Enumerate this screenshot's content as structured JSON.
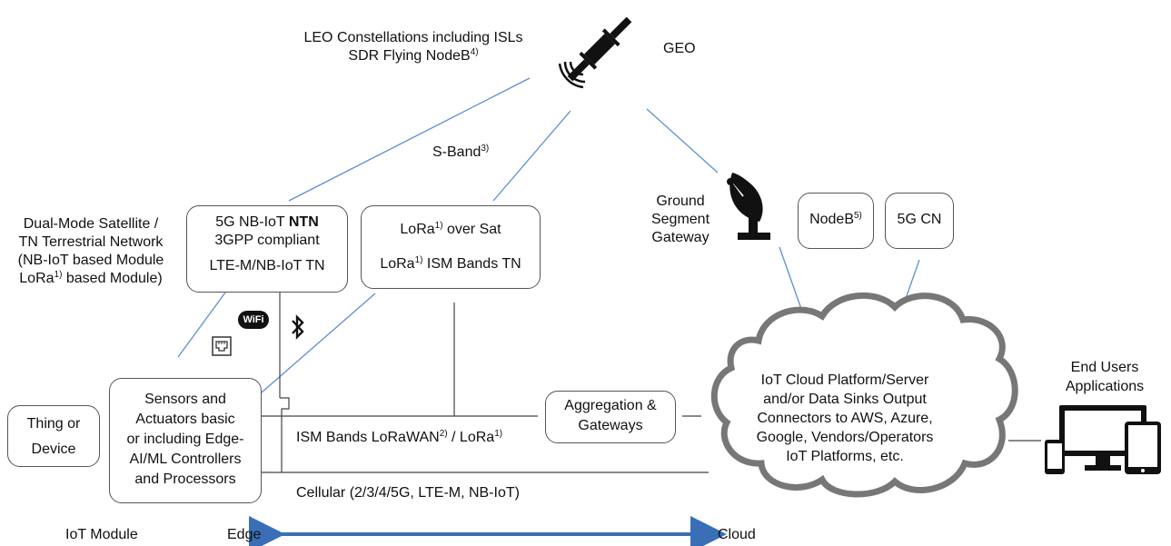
{
  "satellite": {
    "leo_line1": "LEO Constellations including ISLs",
    "leo_line2_pre": "SDR Flying NodeB",
    "leo_line2_sup": "4)",
    "geo": "GEO",
    "sband": "S-Band",
    "sband_sup": "3)"
  },
  "dual_mode": {
    "line1": "Dual-Mode Satellite /",
    "line2": "TN Terrestrial Network",
    "line3": "(NB-IoT based Module",
    "line4_pre": "LoRa",
    "line4_sup": "1)",
    "line4_post": " based Module)"
  },
  "ntn_box": {
    "line1_pre": "5G NB-IoT ",
    "line1_bold": "NTN",
    "line2": "3GPP compliant",
    "line3": "LTE-M/NB-IoT TN"
  },
  "lora_box": {
    "line1_pre": "LoRa",
    "line1_sup": "1)",
    "line1_post": " over Sat",
    "line2_pre": "LoRa",
    "line2_sup": "1)",
    "line2_post": " ISM Bands TN"
  },
  "ground": {
    "line1": "Ground",
    "line2": "Segment",
    "line3": "Gateway"
  },
  "nodeb": {
    "label": "NodeB",
    "sup": "5)"
  },
  "cn5g": {
    "label": "5G CN"
  },
  "thing": {
    "line1": "Thing or",
    "line2": "Device"
  },
  "sensors": {
    "line1": "Sensors and",
    "line2": "Actuators basic",
    "line3": "or including Edge-",
    "line4": "AI/ML Controllers",
    "line5": "and Processors"
  },
  "aggregation": {
    "line1": "Aggregation &",
    "line2": "Gateways"
  },
  "ism": {
    "pre": "ISM Bands LoRaWAN",
    "sup1": "2)",
    "mid": " / LoRa",
    "sup2": "1)"
  },
  "cellular": "Cellular (2/3/4/5G, LTE-M, NB-IoT)",
  "cloud": {
    "line1": "IoT Cloud Platform/Server",
    "line2": "and/or Data Sinks Output",
    "line3": "Connectors to AWS, Azure,",
    "line4": "Google, Vendors/Operators",
    "line5": "IoT Platforms, etc."
  },
  "end_users": {
    "line1": "End Users",
    "line2": "Applications"
  },
  "axis": {
    "left": "IoT Module",
    "edge": "Edge",
    "cloud": "Cloud"
  },
  "icons": {
    "wifi": "WiFi",
    "satellite": "satellite-icon",
    "dish": "satellite-dish-icon",
    "bluetooth": "bluetooth-icon",
    "ethernet": "ethernet-port-icon",
    "devices": "devices-icon"
  },
  "colors": {
    "link_line": "#5b8fd1",
    "arrow": "#3a6fb8",
    "box_border": "#555555"
  }
}
